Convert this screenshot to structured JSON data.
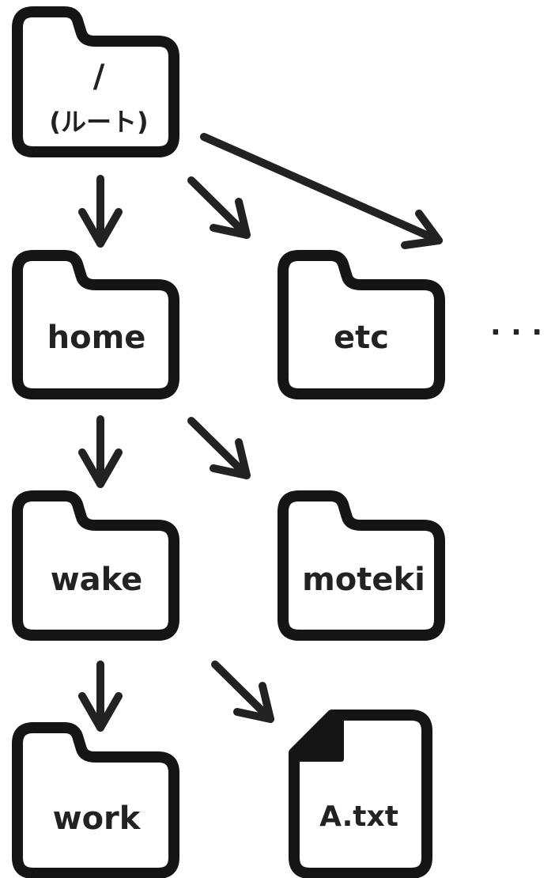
{
  "nodes": {
    "root": {
      "type": "folder",
      "label_line1": "/",
      "label_line2": "(ルート)"
    },
    "home": {
      "type": "folder",
      "label": "home"
    },
    "etc": {
      "type": "folder",
      "label": "etc"
    },
    "more": {
      "label": "· · ·"
    },
    "wake": {
      "type": "folder",
      "label": "wake"
    },
    "moteki": {
      "type": "folder",
      "label": "moteki"
    },
    "work": {
      "type": "folder",
      "label": "work"
    },
    "a_txt": {
      "type": "file",
      "label": "A.txt"
    }
  },
  "edges": [
    {
      "from": "root",
      "to": "home"
    },
    {
      "from": "root",
      "to": "etc"
    },
    {
      "from": "root",
      "to": "more"
    },
    {
      "from": "home",
      "to": "wake"
    },
    {
      "from": "home",
      "to": "moteki"
    },
    {
      "from": "wake",
      "to": "work"
    },
    {
      "from": "wake",
      "to": "a_txt"
    }
  ],
  "colors": {
    "stroke": "#151515",
    "arrow": "#222222",
    "text": "#222222",
    "background": "#ffffff"
  }
}
